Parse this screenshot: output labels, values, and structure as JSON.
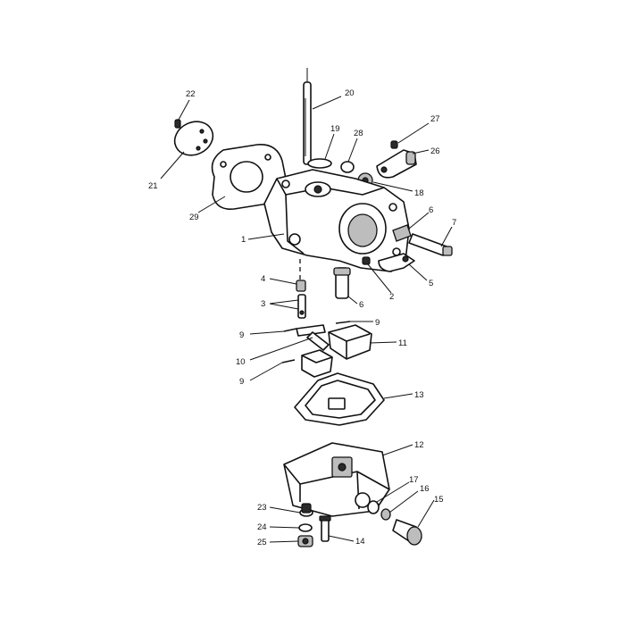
{
  "callouts": [
    {
      "id": "c1",
      "label": "1"
    },
    {
      "id": "c2",
      "label": "2"
    },
    {
      "id": "c3",
      "label": "3"
    },
    {
      "id": "c4",
      "label": "4"
    },
    {
      "id": "c5",
      "label": "5"
    },
    {
      "id": "c6a",
      "label": "6"
    },
    {
      "id": "c6b",
      "label": "6"
    },
    {
      "id": "c7",
      "label": "7"
    },
    {
      "id": "c9a",
      "label": "9"
    },
    {
      "id": "c9b",
      "label": "9"
    },
    {
      "id": "c9c",
      "label": "9"
    },
    {
      "id": "c10",
      "label": "10"
    },
    {
      "id": "c11",
      "label": "11"
    },
    {
      "id": "c12",
      "label": "12"
    },
    {
      "id": "c13",
      "label": "13"
    },
    {
      "id": "c14",
      "label": "14"
    },
    {
      "id": "c15",
      "label": "15"
    },
    {
      "id": "c16",
      "label": "16"
    },
    {
      "id": "c17",
      "label": "17"
    },
    {
      "id": "c18",
      "label": "18"
    },
    {
      "id": "c19",
      "label": "19"
    },
    {
      "id": "c20",
      "label": "20"
    },
    {
      "id": "c21",
      "label": "21"
    },
    {
      "id": "c22",
      "label": "22"
    },
    {
      "id": "c23",
      "label": "23"
    },
    {
      "id": "c24",
      "label": "24"
    },
    {
      "id": "c25",
      "label": "25"
    },
    {
      "id": "c26",
      "label": "26"
    },
    {
      "id": "c27",
      "label": "27"
    },
    {
      "id": "c28",
      "label": "28"
    },
    {
      "id": "c29",
      "label": "29"
    }
  ]
}
